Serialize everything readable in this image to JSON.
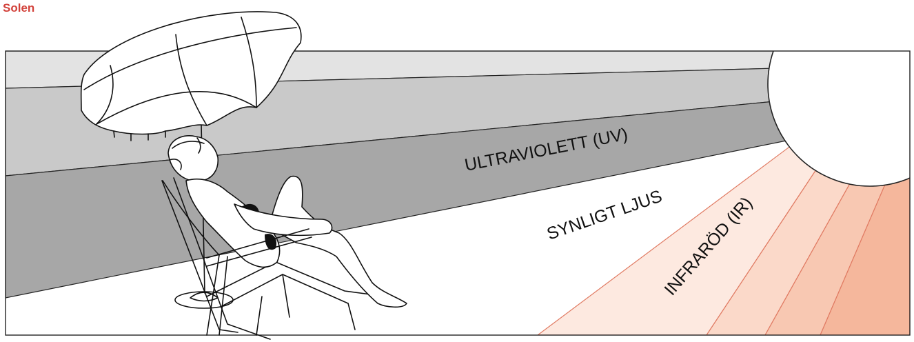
{
  "title": "Solen",
  "labels": {
    "uv": "ULTRAVIOLETT (UV)",
    "visible": "SYNLIGT LJUS",
    "ir": "INFRARÖD (IR)"
  },
  "colors": {
    "title": "#d2413a",
    "band_light": "#e3e3e3",
    "band_mid": "#c9c9c9",
    "band_uv": "#a7a7a7",
    "ir_1": "#fde9e0",
    "ir_2": "#fbd9c9",
    "ir_3": "#f8c8b2",
    "ir_4": "#f5b79c",
    "ir_line": "#e07a62"
  }
}
